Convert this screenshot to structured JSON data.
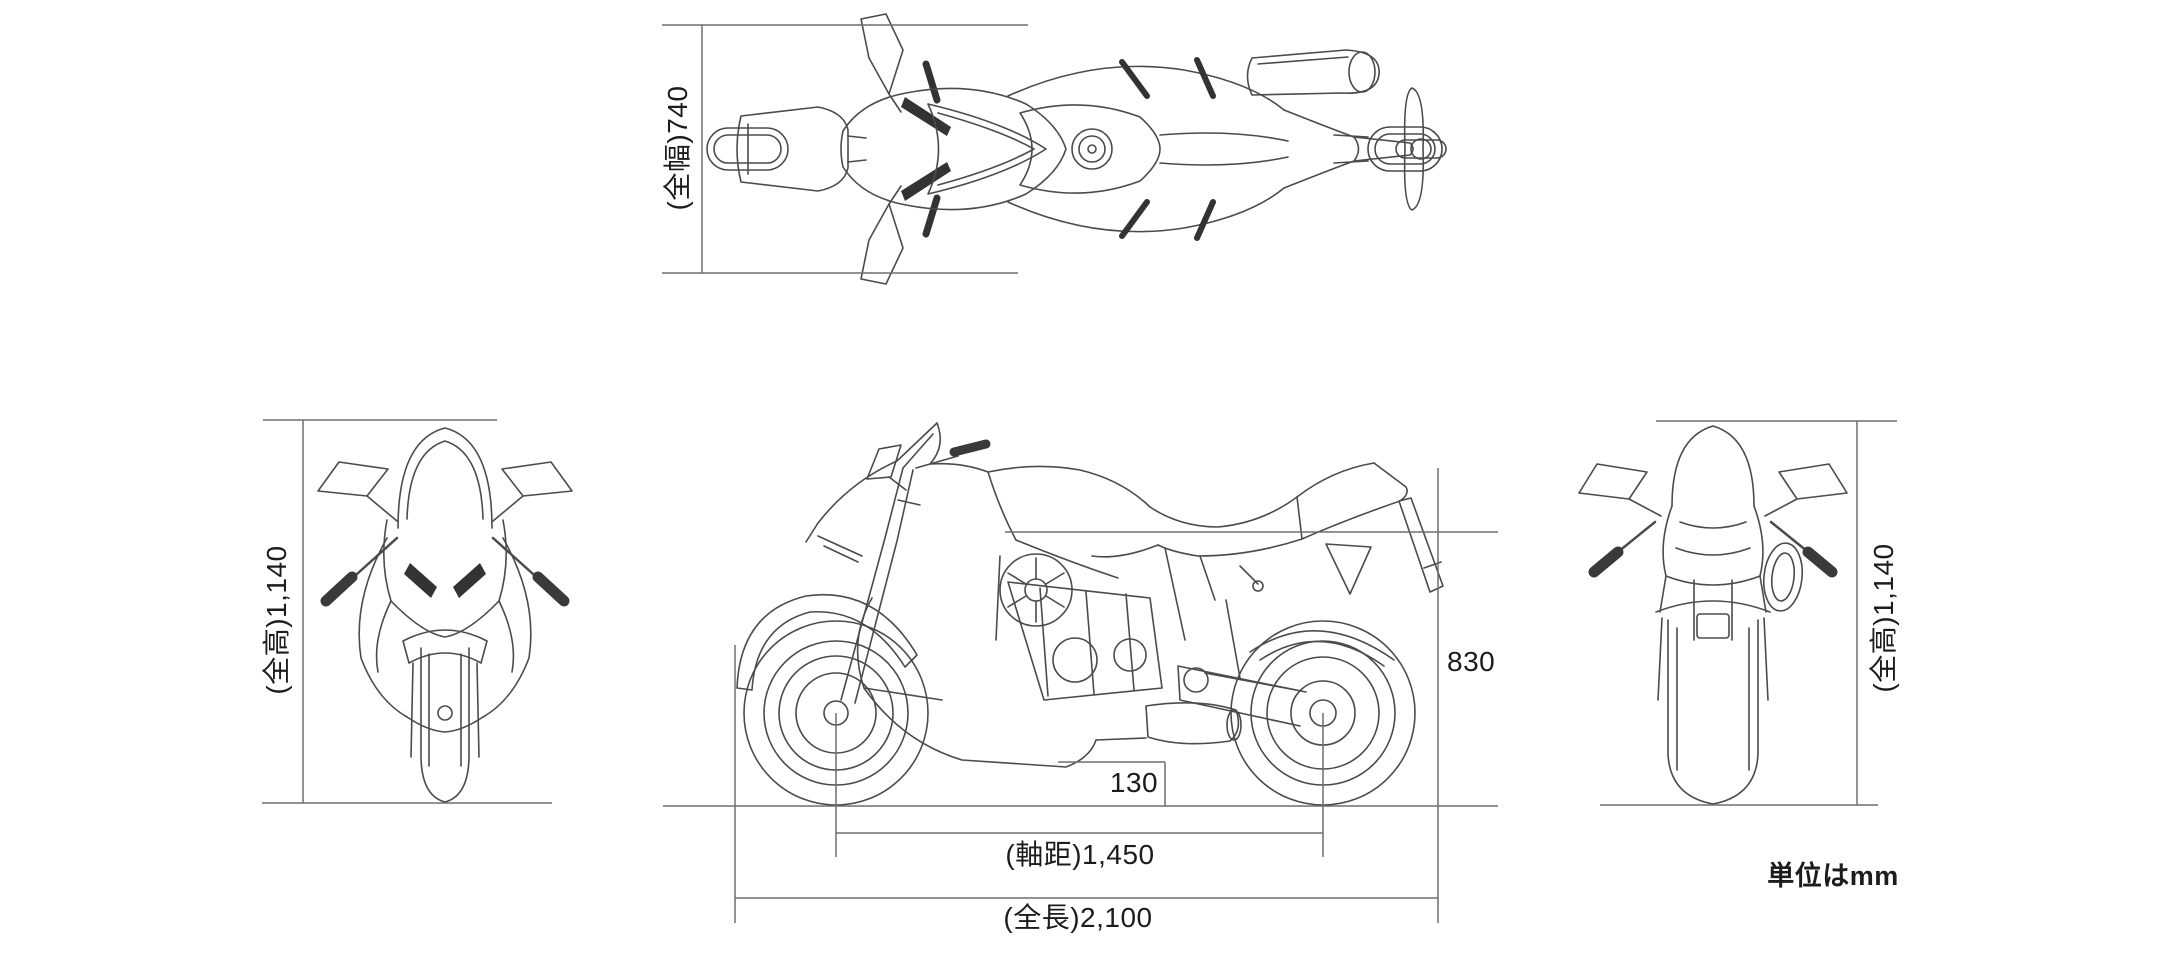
{
  "colors": {
    "line_art": "#4b4b4b",
    "dimension_line": "#6e6e6e",
    "label_text": "#1c1c1c",
    "background": "#ffffff"
  },
  "units_note": "単位はmm",
  "views": {
    "top": {
      "overall_width": "(全幅)740"
    },
    "front": {
      "overall_height": "(全高)1,140"
    },
    "side": {
      "seat_height": "830",
      "ground_clearance": "130",
      "wheelbase": "(軸距)1,450",
      "overall_length": "(全長)2,100"
    },
    "rear": {
      "overall_height": "(全高)1,140"
    }
  },
  "values_mm": {
    "overall_width": 740,
    "overall_height": 1140,
    "seat_height": 830,
    "ground_clearance": 130,
    "wheelbase": 1450,
    "overall_length": 2100
  }
}
